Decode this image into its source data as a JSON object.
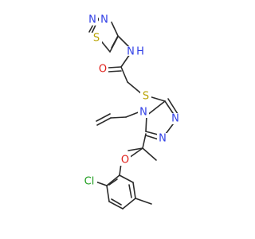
{
  "molecule": {
    "atoms": [
      {
        "id": "S1",
        "label": "S",
        "color": "#b8a200"
      },
      {
        "id": "N1",
        "label": "N",
        "color": "#2f3ee6"
      },
      {
        "id": "N2",
        "label": "N",
        "color": "#2f3ee6"
      },
      {
        "id": "N3",
        "label": "N",
        "color": "#2f3ee6"
      },
      {
        "id": "NH",
        "label": "N",
        "color": "#2f3ee6"
      },
      {
        "id": "H1",
        "label": "H",
        "color": "#2f3ee6"
      },
      {
        "id": "O1",
        "label": "O",
        "color": "#e0201b"
      },
      {
        "id": "S2",
        "label": "S",
        "color": "#b8a200"
      },
      {
        "id": "N4",
        "label": "N",
        "color": "#2f3ee6"
      },
      {
        "id": "N5",
        "label": "N",
        "color": "#2f3ee6"
      },
      {
        "id": "N6",
        "label": "N",
        "color": "#2f3ee6"
      },
      {
        "id": "O2",
        "label": "O",
        "color": "#e0201b"
      },
      {
        "id": "Cl",
        "label": "Cl",
        "color": "#1f9e1f"
      }
    ]
  }
}
